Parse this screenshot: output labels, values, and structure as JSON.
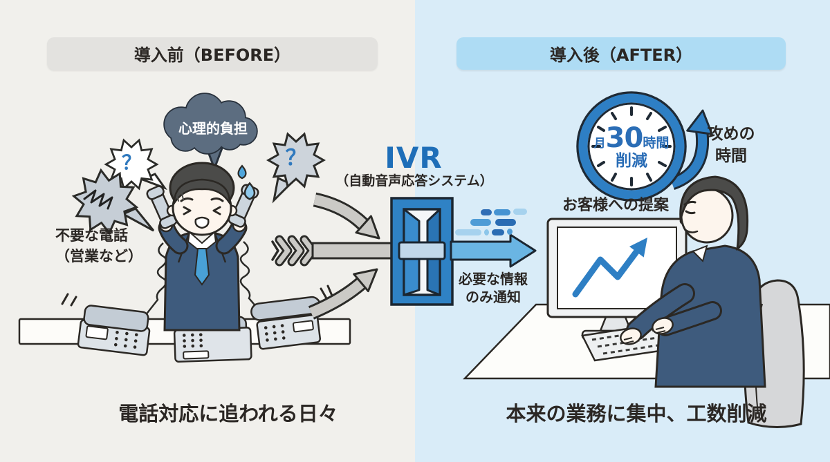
{
  "colors": {
    "left_bg": "#f1f0ec",
    "right_bg": "#d9ecf8",
    "before_pill_bg": "#e3e2df",
    "after_pill_bg": "#aedcf4",
    "text_dark": "#2b2724",
    "ivr_blue": "#1e6eb8",
    "gate_blue": "#2f82c5",
    "arrow_grey": "#cbcac6",
    "out_arrow_blue": "#6ab5e3",
    "clock_ring_blue": "#2e7fc4",
    "clock_text_blue": "#2a6db6",
    "suit_navy": "#3e5b7d",
    "cloud_fill": "#5c6d80"
  },
  "before": {
    "header": "導入前（BEFORE）",
    "cloud_label": "心理的負担",
    "question_mark": "？",
    "unwanted_line1": "不要な電話",
    "unwanted_line2": "（営業など）",
    "caption": "電話対応に追われる日々"
  },
  "ivr": {
    "title": "IVR",
    "subtitle": "（自動音声応答システム）",
    "filtered_line1": "必要な情報",
    "filtered_line2": "のみ通知"
  },
  "after": {
    "header": "導入後（AFTER）",
    "clock_prefix": "月",
    "clock_number": "30",
    "clock_unit": "時間",
    "clock_line2": "削減",
    "offense_line1": "攻めの",
    "offense_line2": "時間",
    "proposal_label": "お客様への提案",
    "caption": "本来の業務に集中、工数削減"
  }
}
